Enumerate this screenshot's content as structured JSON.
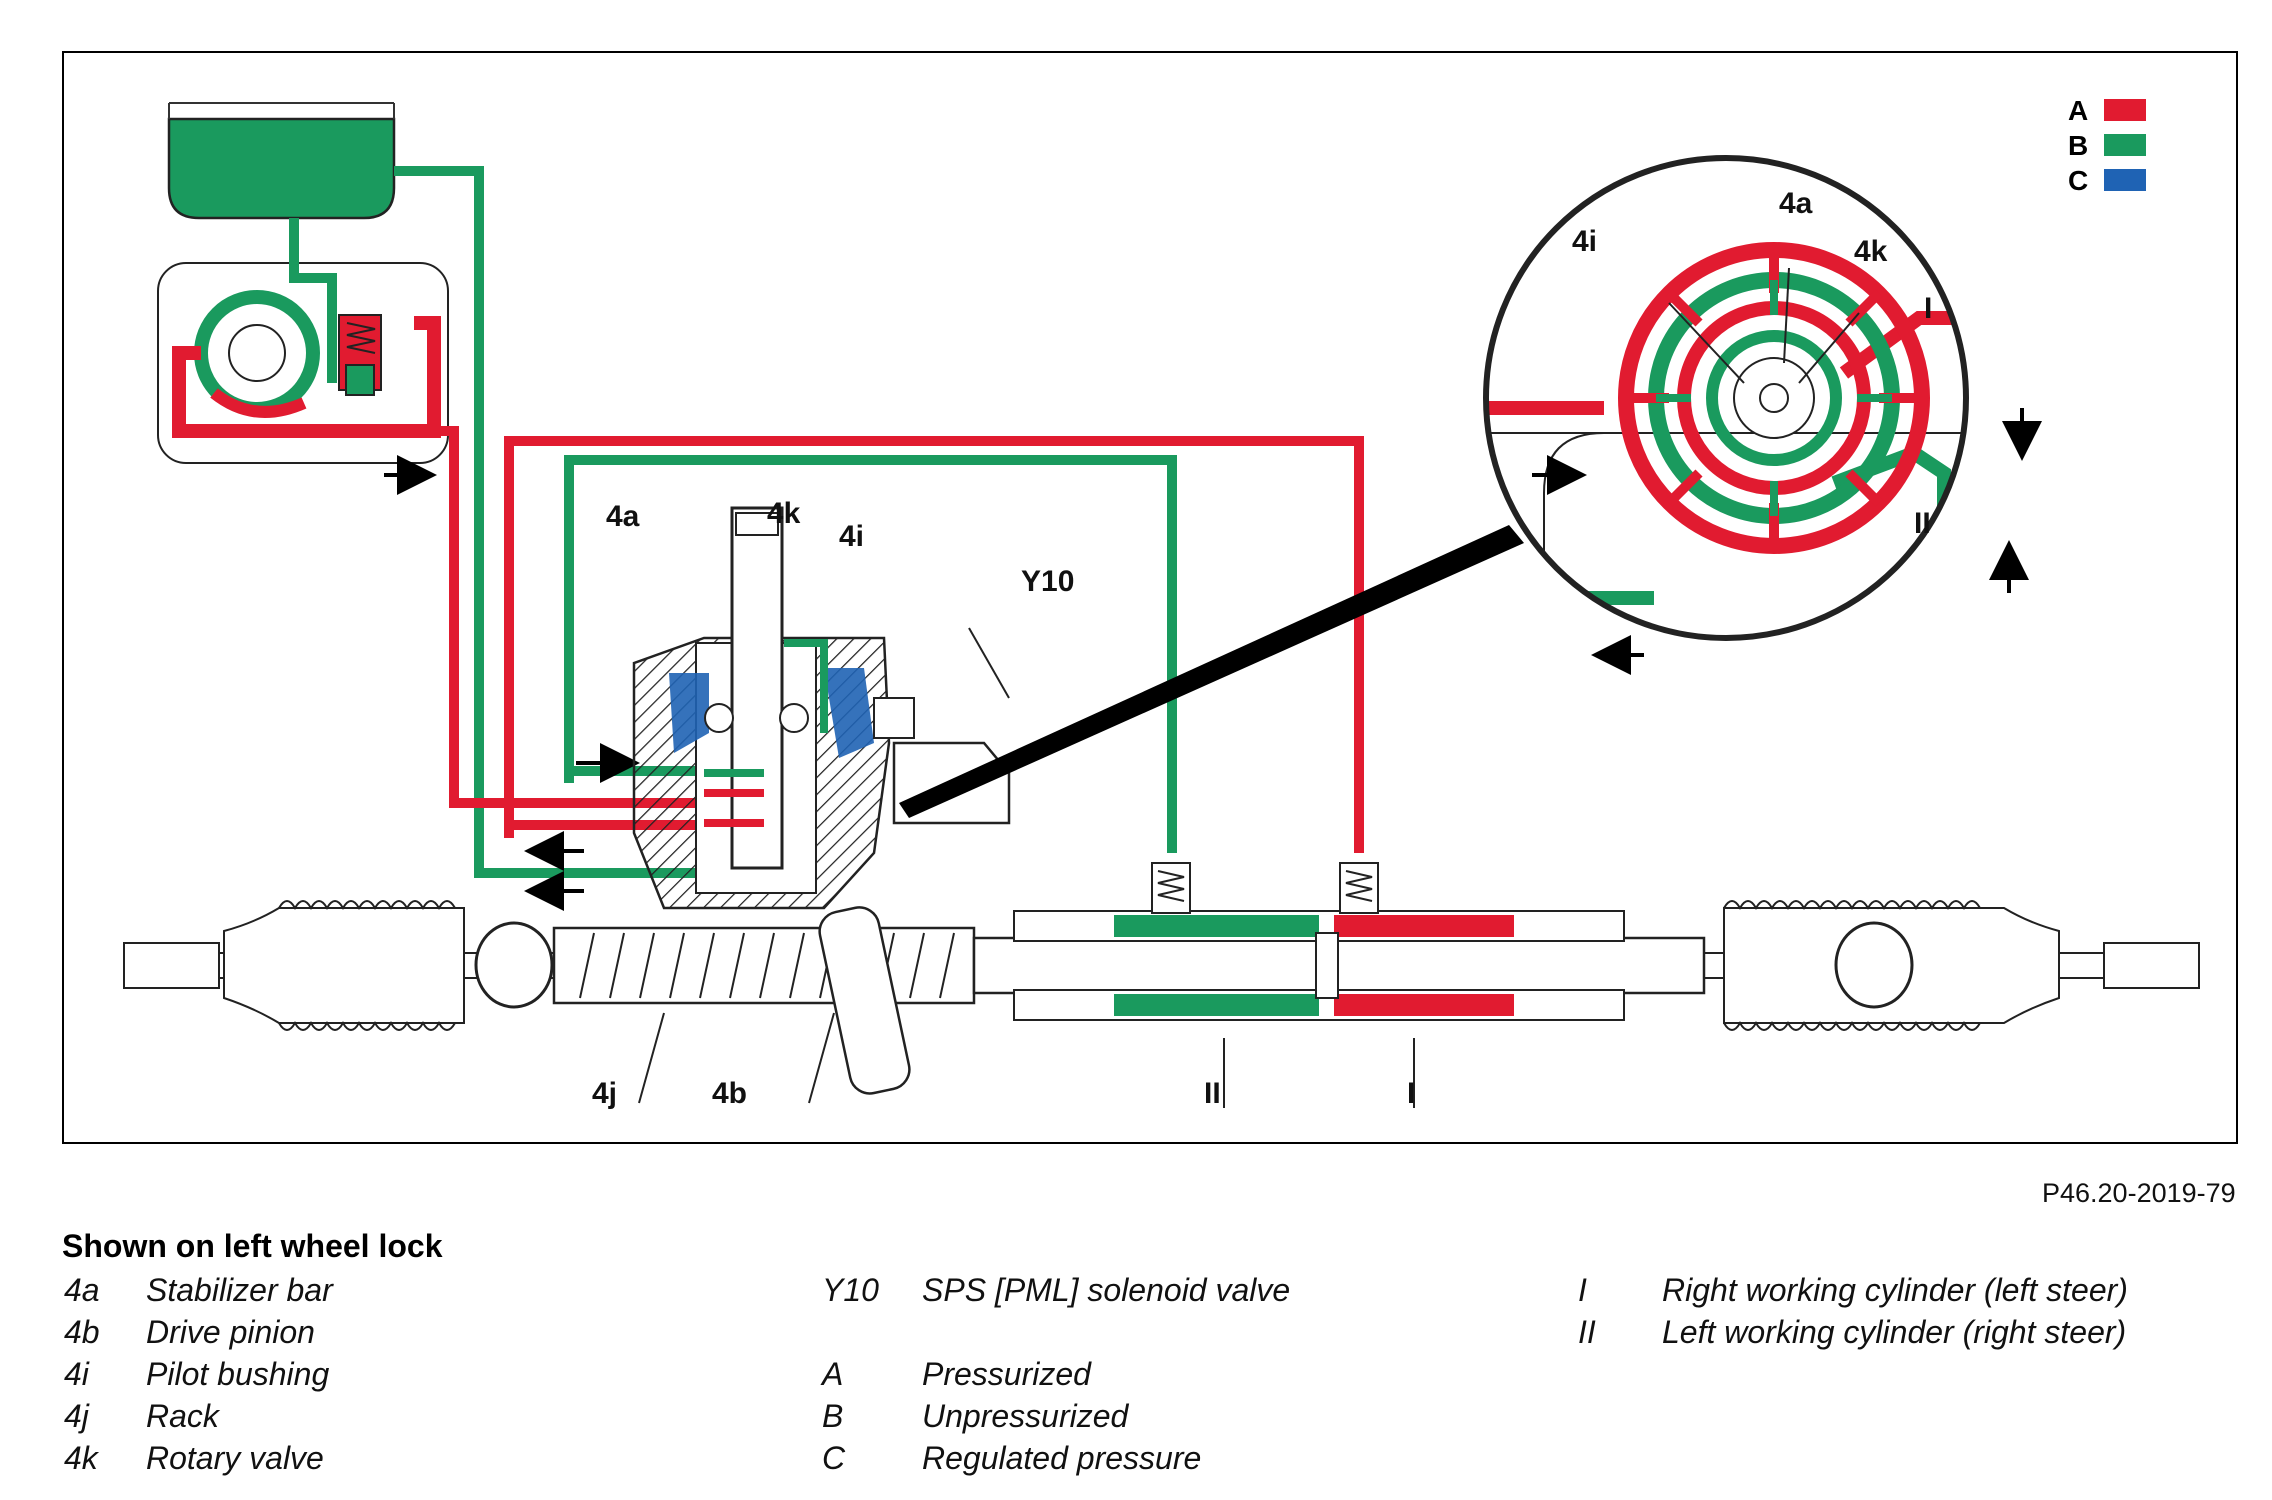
{
  "figure_code": "P46.20-2019-79",
  "color_legend": [
    {
      "key": "A",
      "color": "#e11b30"
    },
    {
      "key": "B",
      "color": "#1a9a5e"
    },
    {
      "key": "C",
      "color": "#1f63b4"
    }
  ],
  "diagram_labels": {
    "l4a": "4a",
    "l4k": "4k",
    "l4i": "4i",
    "lY10": "Y10",
    "l4j": "4j",
    "l4b": "4b",
    "lII": "II",
    "lI": "I",
    "d4i": "4i",
    "d4a": "4a",
    "d4k": "4k",
    "dI": "I",
    "dII": "II"
  },
  "legend_heading": "Shown on left wheel lock",
  "legend": {
    "col1": [
      {
        "code": "4a",
        "text": "Stabilizer bar"
      },
      {
        "code": "4b",
        "text": "Drive pinion"
      },
      {
        "code": "4i",
        "text": "Pilot bushing"
      },
      {
        "code": "4j",
        "text": "Rack"
      },
      {
        "code": "4k",
        "text": "Rotary valve"
      }
    ],
    "col2": [
      {
        "code": "Y10",
        "text": "SPS [PML] solenoid valve"
      },
      {
        "code": "A",
        "text": "Pressurized"
      },
      {
        "code": "B",
        "text": "Unpressurized"
      },
      {
        "code": "C",
        "text": "Regulated pressure"
      }
    ],
    "col3": [
      {
        "code": "I",
        "text": "Right working cylinder (left steer)"
      },
      {
        "code": "II",
        "text": "Left working cylinder (right steer)"
      }
    ]
  }
}
